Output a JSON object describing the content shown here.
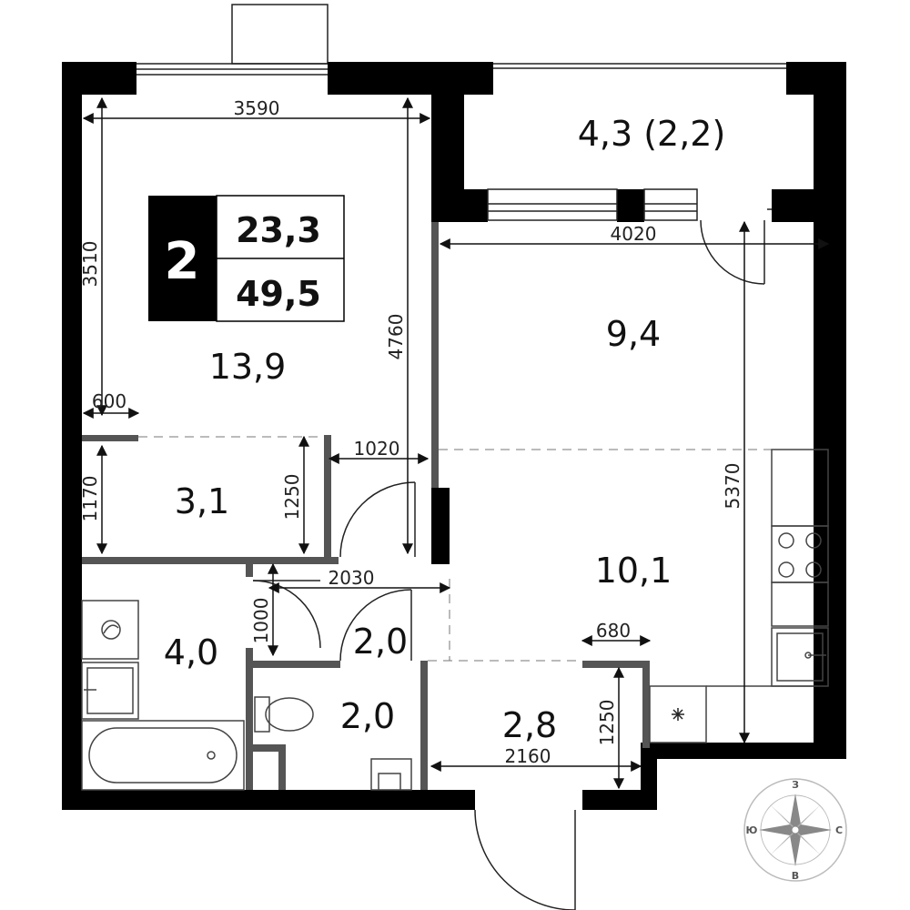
{
  "badge": {
    "rooms": "2",
    "living_area": "23,3",
    "total_area": "49,5"
  },
  "rooms": {
    "balcony": "4,3 (2,2)",
    "living": "13,9",
    "storage": "3,1",
    "bathroom": "4,0",
    "corridor": "2,0",
    "toilet": "2,0",
    "hall": "2,8",
    "kitchen_top": "9,4",
    "kitchen_bottom": "10,1"
  },
  "dimensions": {
    "living_width": "3590",
    "living_depth": "3510",
    "living_full": "4760",
    "wall_600": "600",
    "door_1020": "1020",
    "storage_1170": "1170",
    "storage_1250": "1250",
    "corridor_2030": "2030",
    "bath_1000": "1000",
    "kitchen_width": "4020",
    "kitchen_depth": "5370",
    "hall_680": "680",
    "hall_2160": "2160",
    "hall_1250": "1250"
  },
  "compass": {
    "n": "З",
    "s": "В",
    "w": "Ю",
    "e": "С"
  },
  "colors": {
    "wall": "#000000",
    "partition": "#555555",
    "fixture": "#444444"
  }
}
